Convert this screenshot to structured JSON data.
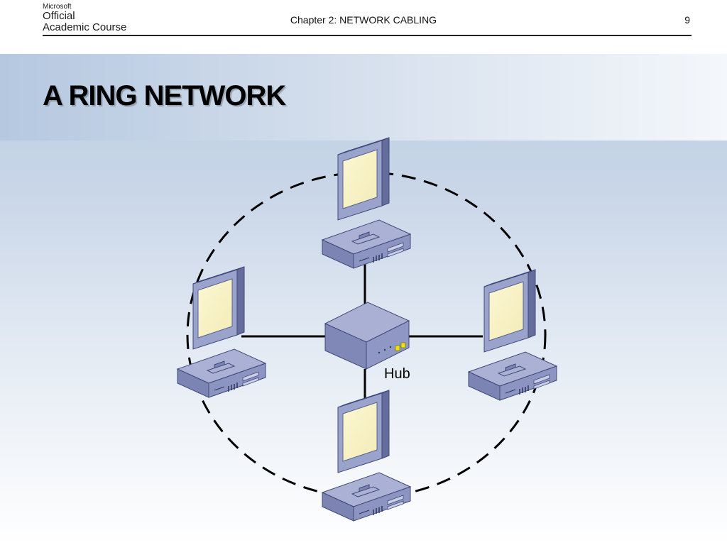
{
  "header": {
    "logo_brand": "Microsoft",
    "logo_line1": "Official",
    "logo_line2": "Academic Course",
    "chapter_title": "Chapter 2: NETWORK CABLING",
    "page_number": "9"
  },
  "slide": {
    "title": "A RING NETWORK"
  },
  "diagram": {
    "hub_label": "Hub",
    "ring_style": "dashed",
    "nodes": [
      "computer-top",
      "computer-left",
      "computer-right",
      "computer-bottom"
    ]
  }
}
